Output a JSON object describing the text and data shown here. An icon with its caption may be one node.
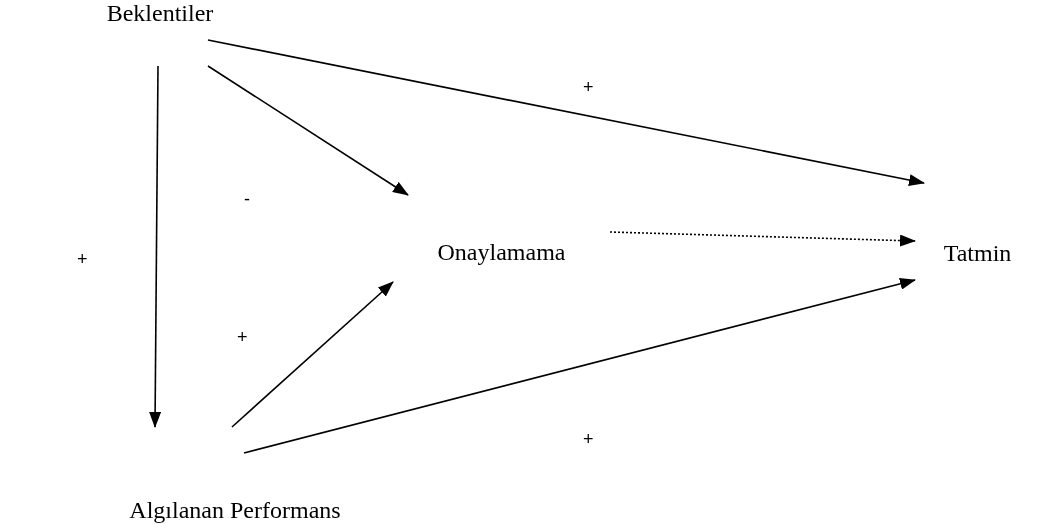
{
  "diagram": {
    "nodes": [
      {
        "text": [
          "Beklentiler"
        ]
      },
      {
        "text": [
          "Onaylamama"
        ]
      },
      {
        "text": [
          "Tatmin"
        ]
      },
      {
        "text": [
          "Algılanan Performans"
        ]
      }
    ],
    "edges": [
      {
        "from": 0,
        "to": 2,
        "arrow": "to",
        "label": "+"
      },
      {
        "from": 0,
        "to": 1,
        "arrow": "to",
        "label": "-"
      },
      {
        "from": 0,
        "to": 3,
        "arrow": "to",
        "label": "+"
      },
      {
        "from": 3,
        "to": 1,
        "arrow": "to",
        "label": "+"
      },
      {
        "from": 1,
        "to": 2,
        "arrow": "to",
        "style": "dashed"
      },
      {
        "from": 3,
        "to": 2,
        "arrow": "to",
        "label": "+"
      }
    ]
  }
}
